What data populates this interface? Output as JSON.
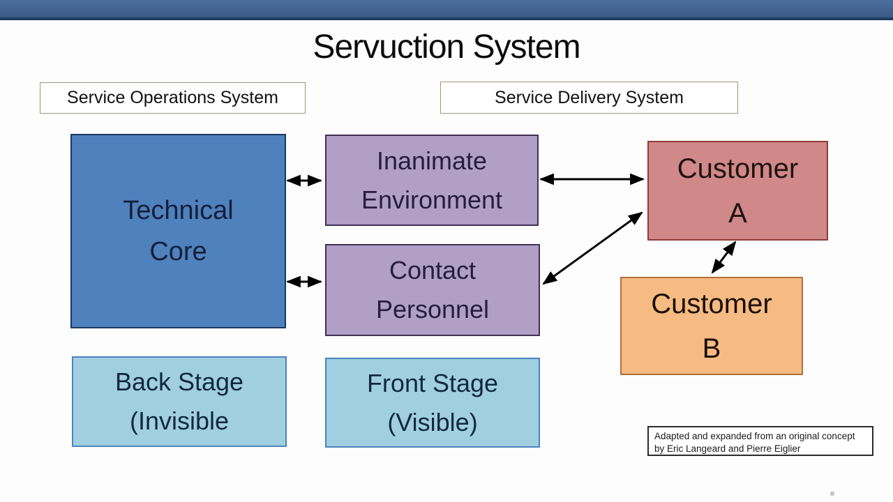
{
  "title": "Servuction System",
  "section_labels": {
    "operations": "Service Operations System",
    "delivery": "Service Delivery System"
  },
  "boxes": {
    "technical_core": {
      "line1": "Technical",
      "line2": "Core",
      "fill": "#4f81bd"
    },
    "inanimate_environment": {
      "line1": "Inanimate",
      "line2": "Environment",
      "fill": "#b19fc7"
    },
    "contact_personnel": {
      "line1": "Contact",
      "line2": "Personnel",
      "fill": "#b19fc7"
    },
    "customer_a": {
      "line1": "Customer",
      "line2": "A",
      "fill": "#d08888"
    },
    "customer_b": {
      "line1": "Customer",
      "line2": "B",
      "fill": "#f6ba83"
    },
    "back_stage": {
      "line1": "Back Stage",
      "line2": "(Invisible",
      "fill": "#a0d0e0"
    },
    "front_stage": {
      "line1": "Front Stage",
      "line2": "(Visible)",
      "fill": "#a0d0e0"
    }
  },
  "attribution": {
    "line1": "Adapted and expanded from an original concept by",
    "line2": "Eric Langeard and Pierre Eiglier"
  },
  "arrows": [
    {
      "from": "technical-core",
      "to": "inanimate-environment",
      "bidirectional": true
    },
    {
      "from": "technical-core",
      "to": "contact-personnel",
      "bidirectional": true
    },
    {
      "from": "inanimate-environment",
      "to": "customer-a",
      "bidirectional": true
    },
    {
      "from": "contact-personnel",
      "to": "customer-a",
      "bidirectional": true
    },
    {
      "from": "customer-a",
      "to": "customer-b",
      "bidirectional": true
    }
  ],
  "colors": {
    "top_bar": "#3f6190",
    "top_bar_edge": "#1e3c62",
    "technical_core_fill": "#4f81bd",
    "purple_fill": "#b19fc7",
    "customer_a_fill": "#d08888",
    "customer_b_fill": "#f6ba83",
    "stage_fill": "#a0d0e0",
    "arrow": "#000000"
  }
}
